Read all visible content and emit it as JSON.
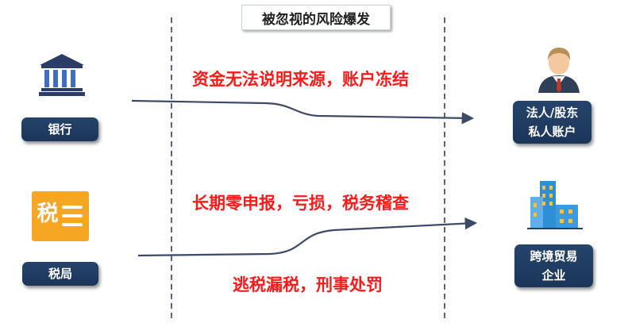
{
  "title": "被忽视的风险爆发",
  "left_nodes": {
    "bank": {
      "label": "银行",
      "icon": "bank-icon"
    },
    "tax": {
      "label": "税局",
      "icon": "tax-bureau-icon",
      "icon_text": "税"
    }
  },
  "right_nodes": {
    "account": {
      "label_line1": "法人/股东",
      "label_line2": "私人账户",
      "icon": "person-avatar-icon"
    },
    "enterprise": {
      "label_line1": "跨境贸易",
      "label_line2": "企业",
      "icon": "building-icon"
    }
  },
  "risks": {
    "risk1": "资金无法说明来源，账户冻结",
    "risk2": "长期零申报，亏损，税务稽查",
    "risk3": "逃税漏税，刑事处罚"
  },
  "colors": {
    "navy": "#1f3a60",
    "risk_red": "#ff1a1a",
    "tax_orange": "#f5a623",
    "building_blue": "#2f8fd6"
  }
}
